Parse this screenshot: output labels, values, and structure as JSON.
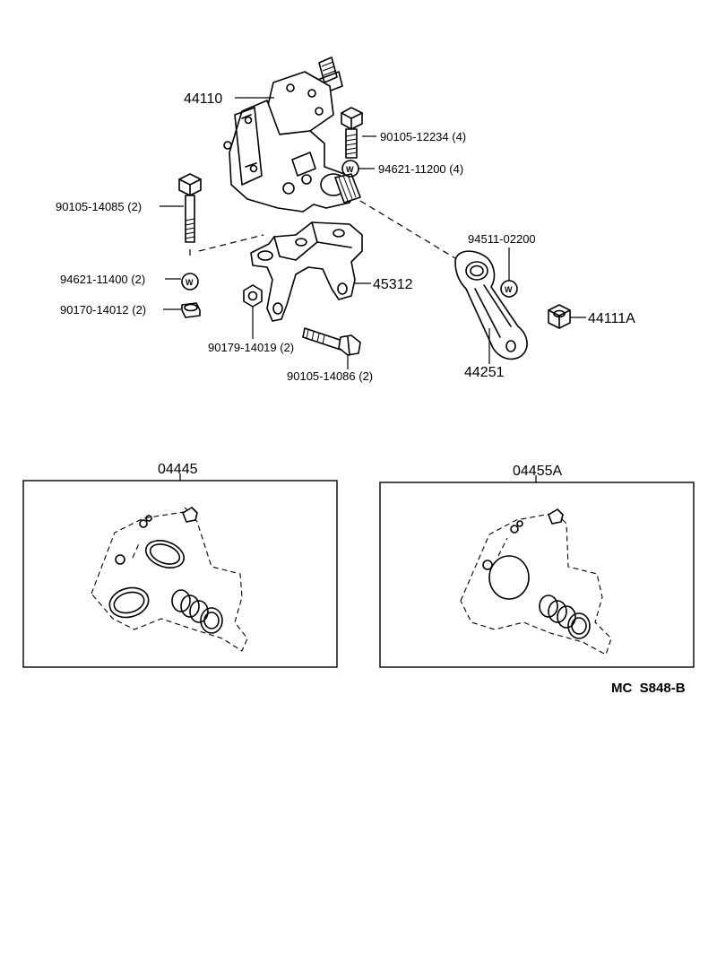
{
  "parts": {
    "gear_housing": "44110",
    "bolt_top": "90105-12234 (4)",
    "washer_top": "94621-11200 (4)",
    "bolt_left": "90105-14085 (2)",
    "washer_left": "94621-11400 (2)",
    "nut_left": "90170-14012 (2)",
    "nut_mid": "90179-14019 (2)",
    "bolt_bottom": "90105-14086 (2)",
    "bracket": "45312",
    "washer_arm": "94511-02200",
    "pitman_arm": "44251",
    "nut_right": "44111A"
  },
  "kits": {
    "left": "04445",
    "right": "04455A"
  },
  "reference_code": "MC  S848-B",
  "washer_mark": "W"
}
